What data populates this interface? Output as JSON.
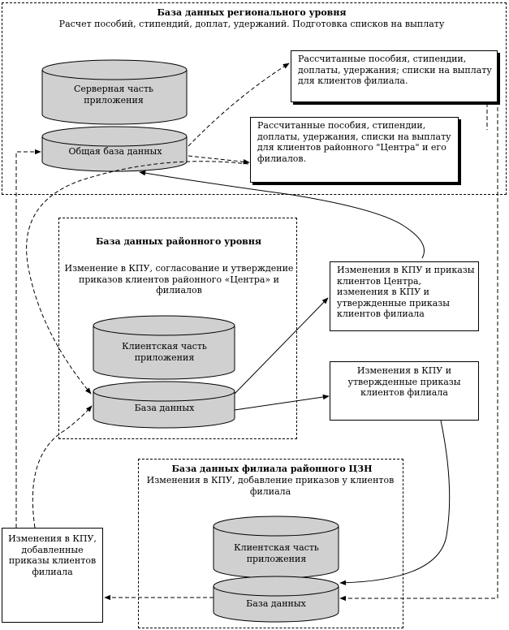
{
  "regional": {
    "title": "База данных регионального уровня",
    "subtitle": "Расчет пособий, стипендий, доплат, удержаний. Подготовка списков на выплату",
    "server_cylinder": "Серверная часть приложения",
    "common_db": "Общая база данных",
    "note_filial": "Рассчитанные пособия, стипендии, доплаты, удержания; списки на выплату для клиентов филиала.",
    "note_center": "Рассчитанные пособия, стипендии, доплаты, удержания, списки на выплату для клиентов районного \"Центра\" и его филиалов."
  },
  "district": {
    "title": "База данных районного уровня",
    "subtitle": "Изменение в КПУ, согласование и утверждение приказов клиентов районного «Центра» и филиалов",
    "client_cylinder": "Клиентская часть приложения",
    "db": "База данных"
  },
  "middle_notes": {
    "center_changes": "Изменения в КПУ и приказы клиентов Центра, изменения в КПУ и утвержденные приказы клиентов филиала",
    "filial_changes": "Изменения в КПУ и утвержденные приказы клиентов филиала"
  },
  "filial": {
    "title": "База данных филиала районного ЦЗН",
    "subtitle": "Изменения в КПУ, добавление приказов у клиентов филиала",
    "client_cylinder": "Клиентская часть приложения",
    "db": "База данных"
  },
  "bottom_note": "Изменения в КПУ, добавленные приказы клиентов филиала"
}
